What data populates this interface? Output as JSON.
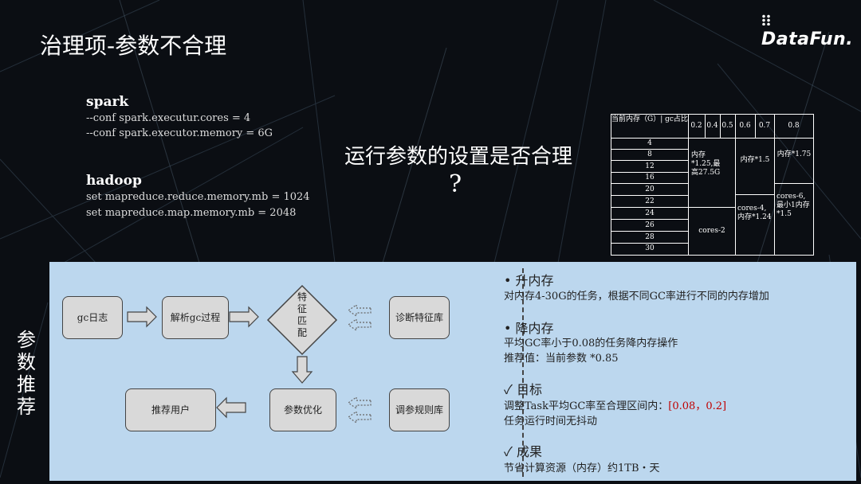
{
  "logo": {
    "text": "DataFun."
  },
  "title": "治理项-参数不合理",
  "spark": {
    "heading": "spark",
    "lines": [
      "--conf spark.executur.cores = 4",
      "--conf spark.executor.memory = 6G"
    ]
  },
  "hadoop": {
    "heading": "hadoop",
    "lines": [
      "set mapreduce.reduce.memory.mb = 1024",
      "set mapreduce.map.memory.mb = 2048"
    ]
  },
  "question": {
    "text": "运行参数的设置是否合理",
    "mark": "?"
  },
  "gc_table": {
    "header": {
      "corner": "当前内存（G）| gc占比",
      "cols": [
        "0.2",
        "0.4",
        "0.5",
        "0.6",
        "0.7",
        "0.8"
      ]
    },
    "rows": [
      "4",
      "8",
      "12",
      "16",
      "20",
      "22",
      "24",
      "26",
      "28",
      "30"
    ],
    "cells": {
      "a": "内存*1.25,最高27.5G",
      "b": "内存*1.5",
      "c": "内存*1.75",
      "d": "cores-2",
      "e": "cores-4, 内存*1.24",
      "f": "cores-6,最小1内存*1.5"
    }
  },
  "side_label": "参数推荐",
  "flow": {
    "gc_log": "gc日志",
    "parse": "解析gc过程",
    "feature_match": "特征匹配",
    "diag_lib": "诊断特征库",
    "param_opt": "参数优化",
    "recommend": "推荐用户",
    "tune_lib": "调参规则库"
  },
  "right": {
    "s1_title": "• 升内存",
    "s1_body": "对内存4-30G的任务，根据不同GC率进行不同的内存增加",
    "s2_title": "• 降内存",
    "s2_body1": "平均GC率小于0.08的任务降内存操作",
    "s2_body2": "推荐值：当前参数 *0.85",
    "s3_title": "✓ 目标",
    "s3_body1_prefix": "调整Task平均GC率至合理区间内：",
    "s3_body1_range": "[0.08，0.2]",
    "s3_body2": "任务运行时间无抖动",
    "s4_title": "✓ 成果",
    "s4_body": "节省计算资源（内存）约1TB・天"
  },
  "colors": {
    "panel_bg": "#bcd7ee",
    "highlight_red": "#c00000",
    "yellow_box": "#fff4c2"
  }
}
